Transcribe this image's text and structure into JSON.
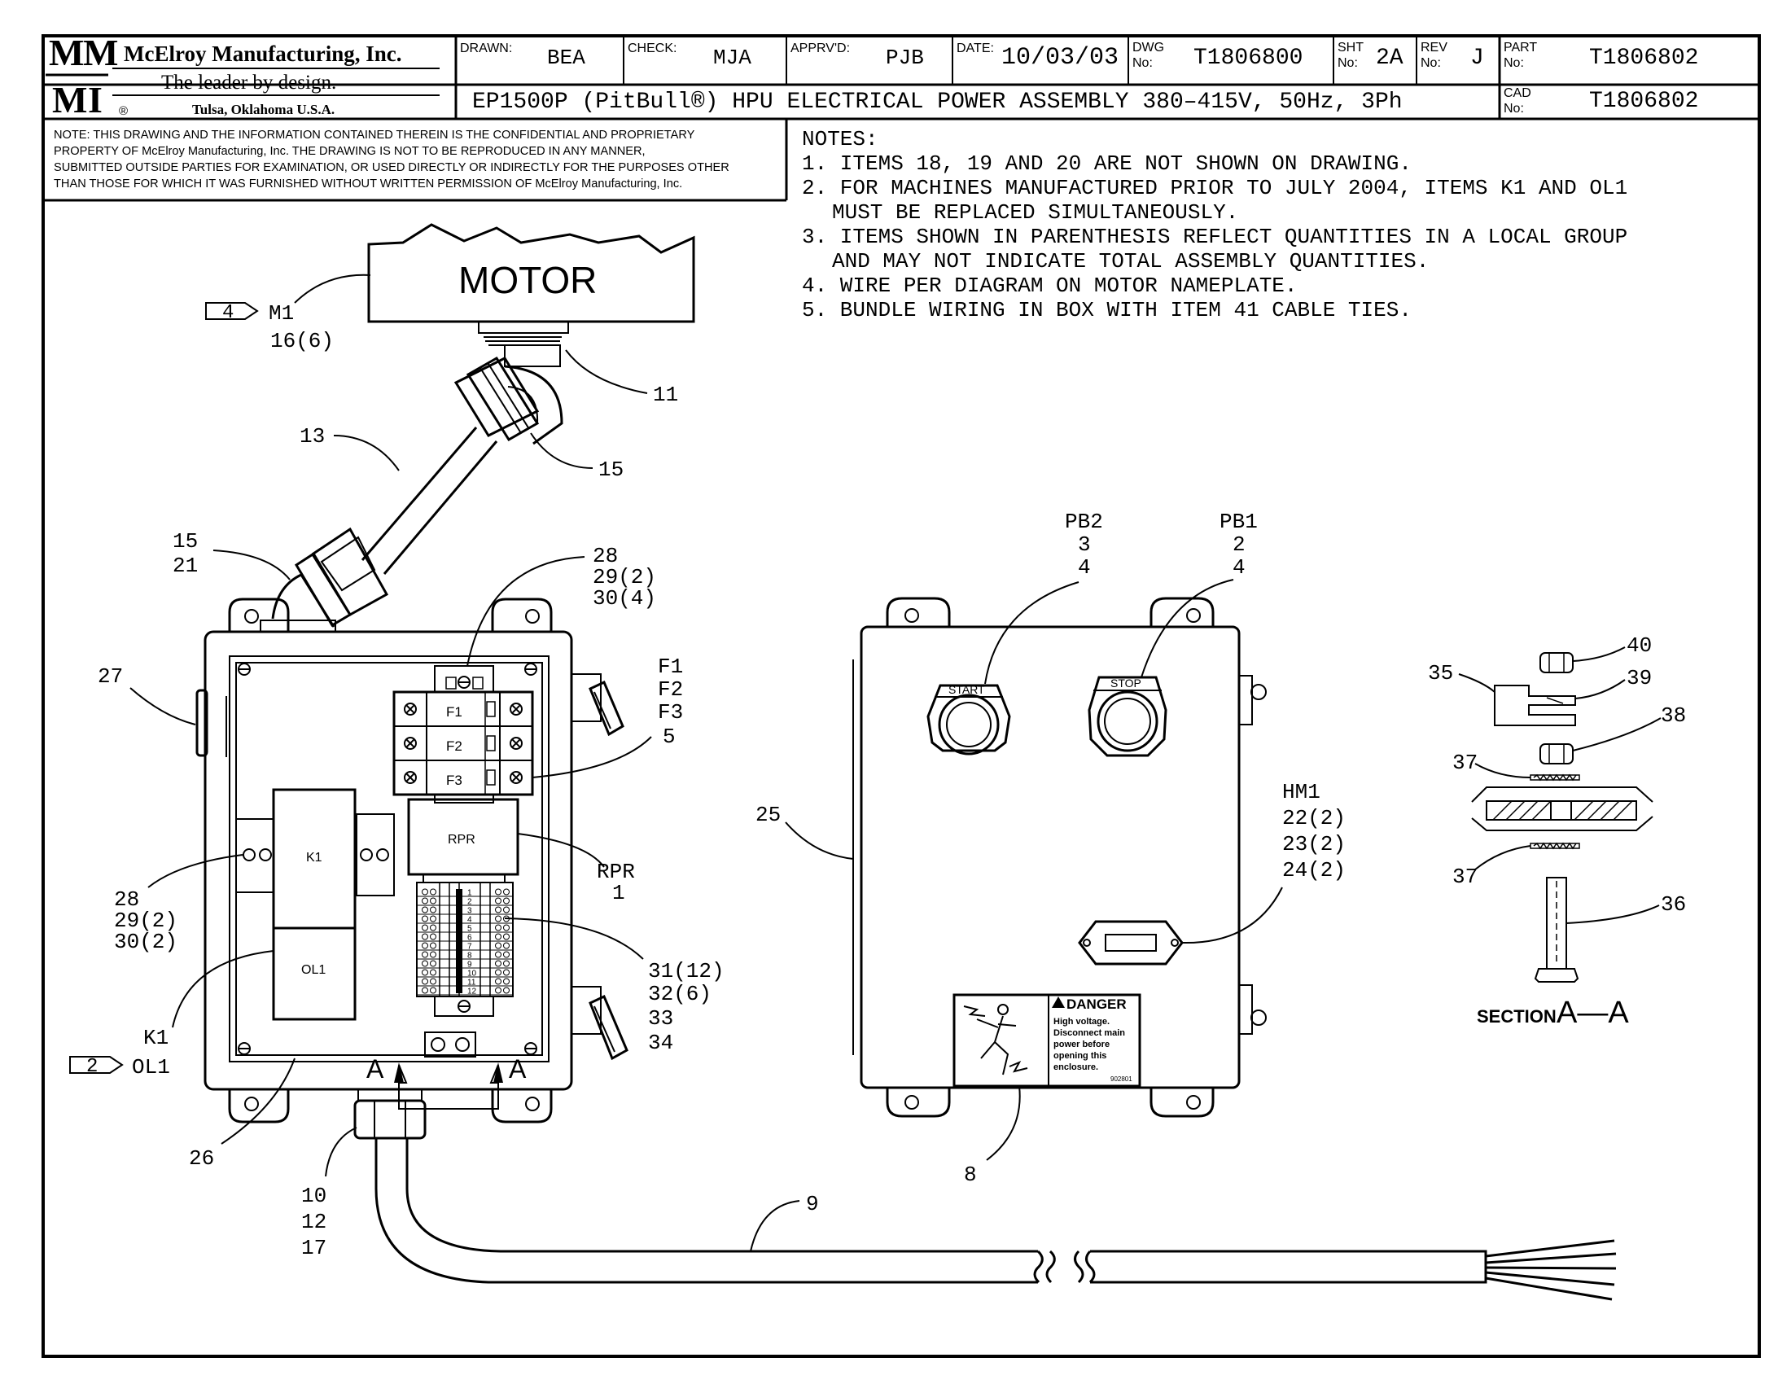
{
  "company": {
    "logo_letters": [
      "M",
      "M",
      "I"
    ],
    "name": "McElroy Manufacturing, Inc.",
    "tagline": "The leader by design.",
    "registered": "®",
    "location": "Tulsa, Oklahoma U.S.A."
  },
  "title_block": {
    "drawn_label": "DRAWN:",
    "drawn": "BEA",
    "check_label": "CHECK:",
    "check": "MJA",
    "apprvd_label": "APPRV'D:",
    "apprvd": "PJB",
    "date_label": "DATE:",
    "date": "10/03/03",
    "dwg_label_1": "DWG",
    "dwg_label_2": "No:",
    "dwg": "T1806800",
    "sht_label_1": "SHT",
    "sht_label_2": "No:",
    "sht": "2A",
    "rev_label_1": "REV",
    "rev_label_2": "No:",
    "rev": "J",
    "part_label_1": "PART",
    "part_label_2": "No:",
    "part": "T1806802",
    "cad_label_1": "CAD",
    "cad_label_2": "No:",
    "cad": "T1806802",
    "title": "EP1500P (PitBull®)  HPU ELECTRICAL POWER ASSEMBLY 380–415V, 50Hz, 3Ph"
  },
  "confidential": [
    "NOTE: THIS DRAWING AND THE INFORMATION CONTAINED THEREIN IS THE CONFIDENTIAL AND PROPRIETARY",
    "PROPERTY OF McElroy Manufacturing, Inc. THE DRAWING IS NOT TO BE REPRODUCED IN ANY MANNER,",
    "SUBMITTED OUTSIDE PARTIES FOR EXAMINATION, OR USED DIRECTLY OR INDIRECTLY FOR THE PURPOSES OTHER",
    "THAN THOSE FOR WHICH IT WAS FURNISHED WITHOUT WRITTEN PERMISSION OF McElroy Manufacturing, Inc."
  ],
  "notes": {
    "heading": "NOTES:",
    "lines": [
      "1.  ITEMS 18, 19 AND 20 ARE NOT SHOWN ON DRAWING.",
      "2.  FOR MACHINES MANUFACTURED PRIOR TO JULY 2004, ITEMS K1 AND OL1",
      "MUST BE REPLACED SIMULTANEOUSLY.",
      "3.  ITEMS SHOWN IN PARENTHESIS REFLECT QUANTITIES IN A LOCAL GROUP",
      "AND MAY NOT INDICATE TOTAL ASSEMBLY QUANTITIES.",
      "4.  WIRE PER DIAGRAM ON MOTOR NAMEPLATE.",
      "5.  BUNDLE WIRING IN BOX WITH ITEM 41 CABLE TIES."
    ]
  },
  "motor": {
    "label": "MOTOR",
    "flag": "4",
    "id": "M1",
    "item": "16(6)"
  },
  "callouts": {
    "c11": "11",
    "c13": "13",
    "c15a": "15",
    "c15b": "15",
    "c21": "21",
    "c27": "27",
    "c26": "26",
    "c25": "25",
    "c8": "8",
    "c9": "9",
    "c28a": "28",
    "c29a": "29(2)",
    "c30a": "30(4)",
    "f1": "F1",
    "f2": "F2",
    "f3": "F3",
    "c5": "5",
    "rpr": "RPR",
    "c1": "1",
    "c31": "31(12)",
    "c32": "32(6)",
    "c33": "33",
    "c34": "34",
    "c28b": "28",
    "c29b": "29(2)",
    "c30b": "30(2)",
    "k1": "K1",
    "ol1_flag": "2",
    "ol1": "OL1",
    "c10": "10",
    "c12": "12",
    "c17": "17",
    "pb2": "PB2",
    "pb2_a": "3",
    "pb2_b": "4",
    "pb1": "PB1",
    "pb1_a": "2",
    "pb1_b": "4",
    "hm1": "HM1",
    "c22": "22(2)",
    "c23": "23(2)",
    "c24": "24(2)",
    "c35": "35",
    "c36": "36",
    "c37a": "37",
    "c37b": "37",
    "c38": "38",
    "c39": "39",
    "c40": "40"
  },
  "box_labels": {
    "fuse1": "F1",
    "fuse2": "F2",
    "fuse3": "F3",
    "relay": "RPR",
    "contactor": "K1",
    "overload": "OL1",
    "section_mark_left": "A",
    "section_mark_right": "A",
    "terminals": [
      "1",
      "2",
      "3",
      "4",
      "5",
      "6",
      "7",
      "8",
      "9",
      "10",
      "11",
      "12"
    ]
  },
  "panel": {
    "start": "START",
    "stop": "STOP",
    "danger_title": "DANGER",
    "danger_text": [
      "High voltage.",
      "Disconnect main",
      "power before",
      "opening this",
      "enclosure."
    ],
    "danger_code": "902801"
  },
  "section": {
    "word": "SECTION",
    "letters": "A—A"
  }
}
